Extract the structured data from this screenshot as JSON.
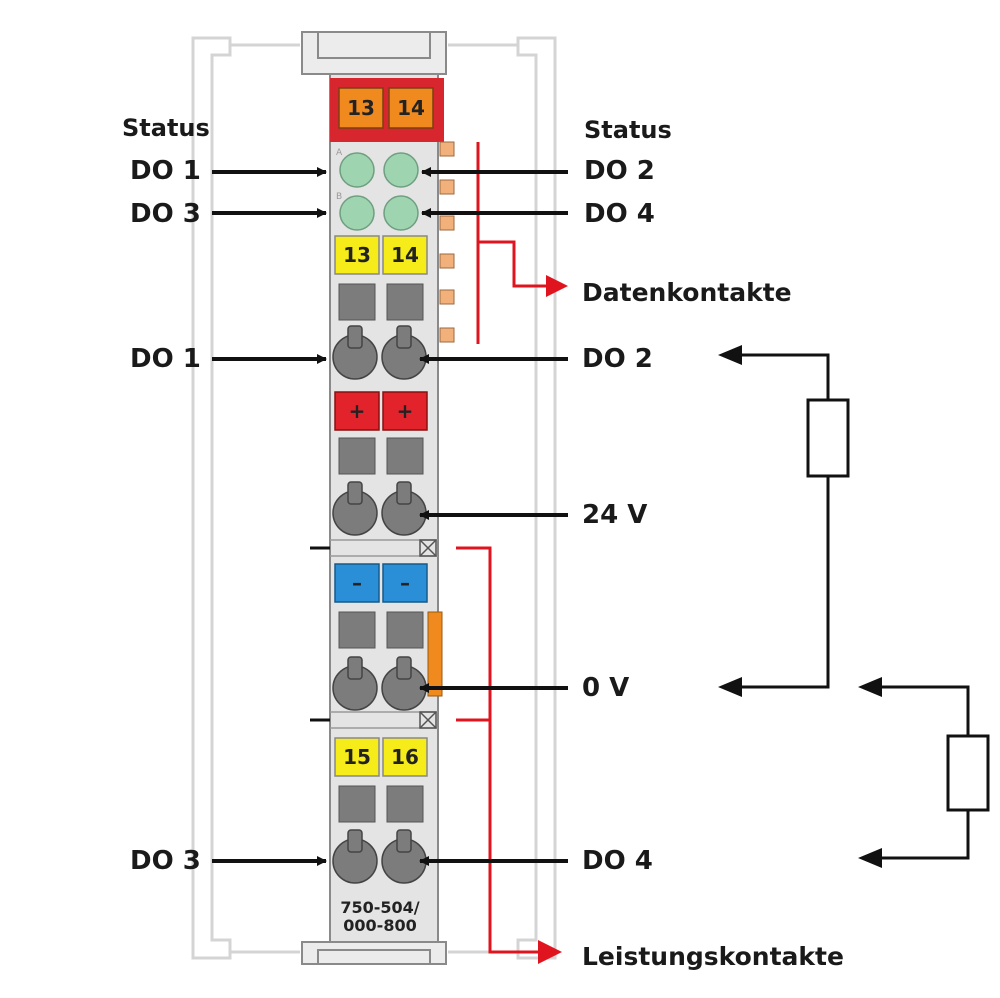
{
  "module": {
    "top_marker_left": "13",
    "top_marker_right": "14",
    "key_row1_left": "13",
    "key_row1_right": "14",
    "key_plus_left": "+",
    "key_plus_right": "+",
    "key_minus_left": "–",
    "key_minus_right": "–",
    "key_row4_left": "15",
    "key_row4_right": "16",
    "part_number_line1": "750-504/",
    "part_number_line2": "000-800"
  },
  "labels": {
    "status_left": "Status",
    "status_right": "Status",
    "do1_led": "DO 1",
    "do2_led": "DO 2",
    "do3_led": "DO 3",
    "do4_led": "DO 4",
    "datenkontakte": "Datenkontakte",
    "do1_clamp": "DO 1",
    "do2_clamp": "DO 2",
    "supply_24v": "24 V",
    "supply_0v": "0 V",
    "do3_clamp": "DO 3",
    "do4_clamp": "DO 4",
    "leistungskontakte": "Leistungskontakte"
  },
  "colors": {
    "arrow": "#111111",
    "contact_line": "#e0141e",
    "housing": "#e4e4e4",
    "housing_outline": "#8a8a8a",
    "marker_red": "#d7262d",
    "marker_orange": "#f08a1e",
    "led_green": "#9fd4b0",
    "key_yellow": "#f6ec1a",
    "key_red": "#e2232b",
    "key_blue": "#2a8fd6",
    "clamp_grey": "#7c7c7c"
  }
}
